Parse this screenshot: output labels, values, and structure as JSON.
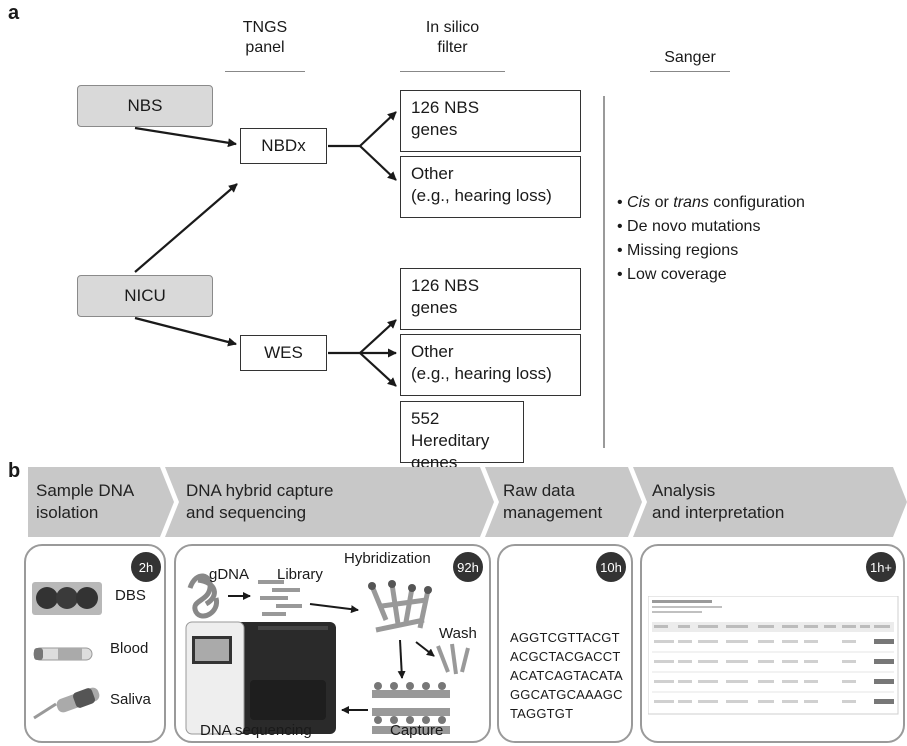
{
  "panel_a": {
    "letter": "a",
    "headers": {
      "tngs": [
        "TNGS",
        "panel"
      ],
      "insilico": [
        "In silico",
        "filter"
      ],
      "sanger": "Sanger"
    },
    "sources": {
      "nbs": "NBS",
      "nicu": "NICU"
    },
    "panels": {
      "nbdx": "NBDx",
      "wes": "WES"
    },
    "filters_nbdx": [
      [
        "126 NBS",
        "genes"
      ],
      [
        "Other",
        "(e.g., hearing loss)"
      ]
    ],
    "filters_wes": [
      [
        "126 NBS",
        "genes"
      ],
      [
        "Other",
        "(e.g., hearing loss)"
      ],
      [
        "552 Hereditary",
        "genes"
      ]
    ],
    "sanger_items": [
      {
        "italic1": "Cis",
        "mid": " or ",
        "italic2": "trans",
        "rest": " configuration"
      },
      {
        "text": "De novo mutations"
      },
      {
        "text": "Missing regions"
      },
      {
        "text": "Low coverage"
      }
    ]
  },
  "panel_b": {
    "letter": "b",
    "steps": [
      {
        "title": [
          "Sample DNA",
          "isolation"
        ],
        "time": "2h"
      },
      {
        "title": [
          "DNA hybrid capture",
          "and sequencing"
        ],
        "time": "92h"
      },
      {
        "title": [
          "Raw data",
          "management"
        ],
        "time": "10h"
      },
      {
        "title": [
          "Analysis",
          "and interpretation"
        ],
        "time": "1h+"
      }
    ],
    "samples": [
      "DBS",
      "Blood",
      "Saliva"
    ],
    "workflow": {
      "gdna": "gDNA",
      "library": "Library",
      "hybridization": "Hybridization",
      "wash": "Wash",
      "capture": "Capture",
      "sequencing": "DNA sequencing"
    },
    "sequence": [
      "AGGTCGTTACGT",
      "ACGCTACGACCT",
      "ACATCAGTACATA",
      "GGCATGCAAAGC",
      "TAGGTGT"
    ]
  },
  "colors": {
    "gray_box": "#d9d9d9",
    "chevron": "#c8c8c8",
    "border": "#9a9a9a",
    "dark": "#333333"
  }
}
